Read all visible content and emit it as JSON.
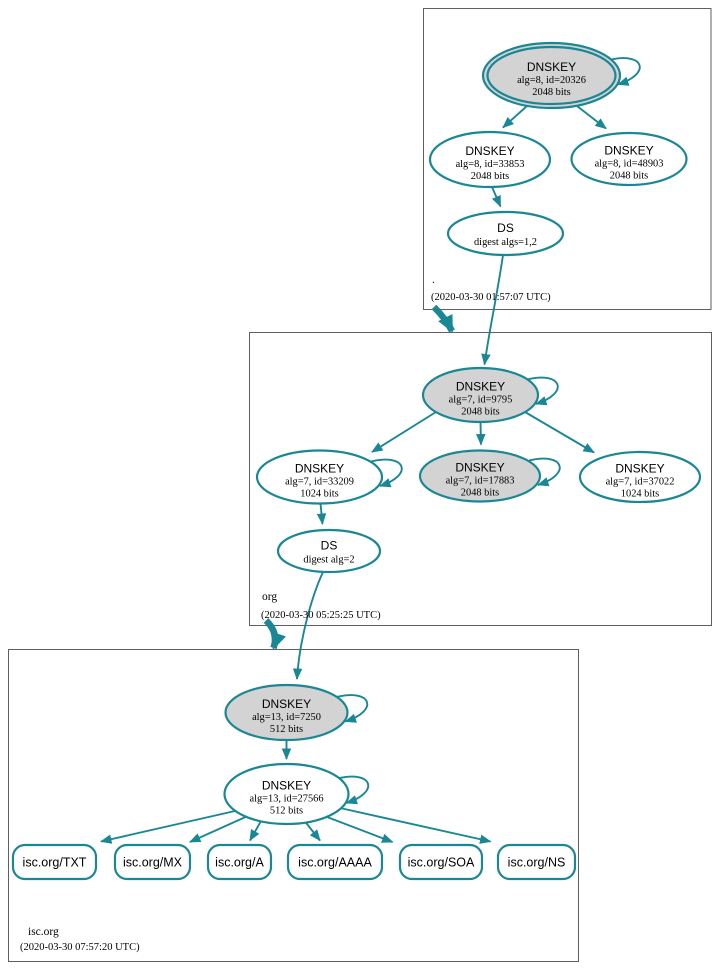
{
  "colors": {
    "edge": "#1a8795",
    "node_highlight_fill": "#d3d3d3",
    "node_fill": "#ffffff",
    "box_border": "#5f5f5f",
    "text": "#000000"
  },
  "zones": [
    {
      "label": ".",
      "timestamp": "(2020-03-30 01:57:07 UTC)",
      "nodes": {
        "ksk": {
          "title": "DNSKEY",
          "detail": "alg=8, id=20326",
          "bits": "2048 bits"
        },
        "zsk1": {
          "title": "DNSKEY",
          "detail": "alg=8, id=33853",
          "bits": "2048 bits"
        },
        "zsk2": {
          "title": "DNSKEY",
          "detail": "alg=8, id=48903",
          "bits": "2048 bits"
        },
        "ds": {
          "title": "DS",
          "detail": "digest algs=1,2"
        }
      }
    },
    {
      "label": "org",
      "timestamp": "(2020-03-30 05:25:25 UTC)",
      "nodes": {
        "ksk": {
          "title": "DNSKEY",
          "detail": "alg=7, id=9795",
          "bits": "2048 bits"
        },
        "zsk": {
          "title": "DNSKEY",
          "detail": "alg=7, id=33209",
          "bits": "1024 bits"
        },
        "ksk2": {
          "title": "DNSKEY",
          "detail": "alg=7, id=17883",
          "bits": "2048 bits"
        },
        "key3": {
          "title": "DNSKEY",
          "detail": "alg=7, id=37022",
          "bits": "1024 bits"
        },
        "ds": {
          "title": "DS",
          "detail": "digest alg=2"
        }
      }
    },
    {
      "label": "isc.org",
      "timestamp": "(2020-03-30 07:57:20 UTC)",
      "nodes": {
        "ksk": {
          "title": "DNSKEY",
          "detail": "alg=13, id=7250",
          "bits": "512 bits"
        },
        "zsk": {
          "title": "DNSKEY",
          "detail": "alg=13, id=27566",
          "bits": "512 bits"
        }
      },
      "records": [
        "isc.org/TXT",
        "isc.org/MX",
        "isc.org/A",
        "isc.org/AAAA",
        "isc.org/SOA",
        "isc.org/NS"
      ]
    }
  ]
}
